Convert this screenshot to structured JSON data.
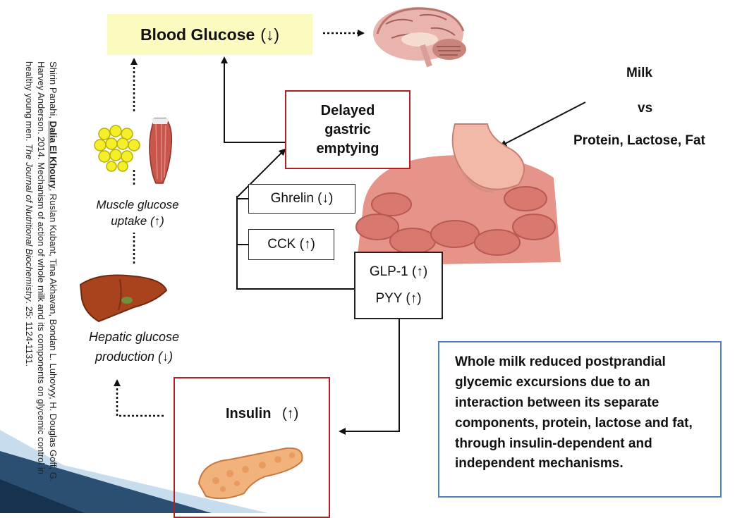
{
  "blood_glucose": {
    "label": "Blood Glucose",
    "arrow": "(↓)"
  },
  "delayed_emptying": {
    "label": "Delayed gastric emptying"
  },
  "hormones": {
    "ghrelin": "Ghrelin (↓)",
    "cck": "CCK (↑)",
    "glp1": "GLP-1 (↑)",
    "pyy": "PYY (↑)"
  },
  "insulin": {
    "label": "Insulin",
    "arrow": "(↑)"
  },
  "milk": {
    "title": "Milk",
    "vs": "vs",
    "components": "Protein, Lactose, Fat"
  },
  "muscle": {
    "line1": "Muscle glucose",
    "line2": "uptake (↑)"
  },
  "hepatic": {
    "line1": "Hepatic glucose",
    "line2": "production (↓)"
  },
  "conclusion": "Whole milk reduced postprandial glycemic excursions due to an interaction between its separate components, protein, lactose and fat, through insulin-dependent and independent mechanisms.",
  "citation": {
    "author_first": "Shirin Panahi, ",
    "author_bold": "Dalia El Khoury",
    "authors_rest": ", Ruslan Kubant, Tina Akhavan, Bondan L. Luhovyy, H. Douglas Goff, G. Harvey Anderson. 2014. Mechanism of action of whole milk and its components on glycemic control in healthy young men. ",
    "journal": "The Journal of Nutritional Biochemistry",
    "volume": ". 25: 1124-1131."
  },
  "colors": {
    "highlight": "#fbfbbf",
    "red_border": "#b02028",
    "blue_border": "#4f81bd",
    "band": "#1f3d5c"
  },
  "icons": [
    "brain-image",
    "stomach-intestine-image",
    "fat-cells-image",
    "muscle-image",
    "liver-image",
    "pancreas-image"
  ]
}
